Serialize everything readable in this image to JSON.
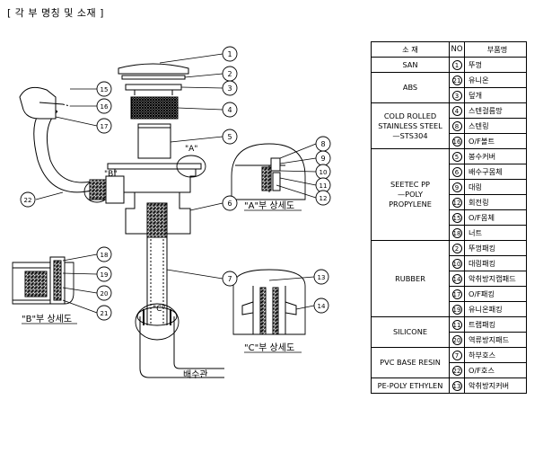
{
  "heading": "[ 각 부 명칭 및 소재 ]",
  "table": {
    "header": {
      "material": "소   재",
      "no": "NO",
      "name": "부품명"
    },
    "groups": [
      {
        "material": "SAN",
        "items": [
          {
            "no": "1",
            "name": "뚜껑"
          }
        ]
      },
      {
        "material": "ABS",
        "items": [
          {
            "no": "21",
            "name": "유니온"
          },
          {
            "no": "3",
            "name": "덮개"
          }
        ]
      },
      {
        "material": "COLD ROLLED\nSTAINLESS STEEL\n—STS304",
        "items": [
          {
            "no": "4",
            "name": "스텐걸름망"
          },
          {
            "no": "8",
            "name": "스텐링"
          },
          {
            "no": "16",
            "name": "O/F볼트"
          }
        ]
      },
      {
        "material": "SEETEC PP\n—POLY\nPROPYLENE",
        "items": [
          {
            "no": "5",
            "name": "봉수커버"
          },
          {
            "no": "6",
            "name": "배수구몸체"
          },
          {
            "no": "9",
            "name": "대링"
          },
          {
            "no": "12",
            "name": "회전링"
          },
          {
            "no": "15",
            "name": "O/F몸체"
          },
          {
            "no": "18",
            "name": "너트"
          }
        ]
      },
      {
        "material": "RUBBER",
        "items": [
          {
            "no": "2",
            "name": "뚜껑패킹"
          },
          {
            "no": "10",
            "name": "대링패킹"
          },
          {
            "no": "14",
            "name": "악취방지캡패드"
          },
          {
            "no": "17",
            "name": "O/F패킹"
          },
          {
            "no": "19",
            "name": "유니온패킹"
          }
        ]
      },
      {
        "material": "SILICONE",
        "items": [
          {
            "no": "11",
            "name": "트랩패킹"
          },
          {
            "no": "20",
            "name": "역류방지패드"
          }
        ]
      },
      {
        "material": "PVC BASE RESIN",
        "items": [
          {
            "no": "7",
            "name": "하부호스"
          },
          {
            "no": "22",
            "name": "O/F호스"
          }
        ]
      },
      {
        "material": "PE-POLY ETHYLEN",
        "items": [
          {
            "no": "13",
            "name": "악취방지커버"
          }
        ]
      }
    ]
  },
  "drawing": {
    "label_a": "\"A\"",
    "label_b": "\"B\"",
    "label_c": "\"C\"",
    "detail_a": "\"A\"부 상세도",
    "detail_b": "\"B\"부 상세도",
    "detail_c": "\"C\"부 상세도",
    "drain_pipe": "배수관",
    "callouts": [
      "1",
      "2",
      "3",
      "4",
      "5",
      "6",
      "7",
      "8",
      "9",
      "10",
      "11",
      "12",
      "13",
      "14",
      "15",
      "16",
      "17",
      "18",
      "19",
      "20",
      "21",
      "22"
    ]
  }
}
